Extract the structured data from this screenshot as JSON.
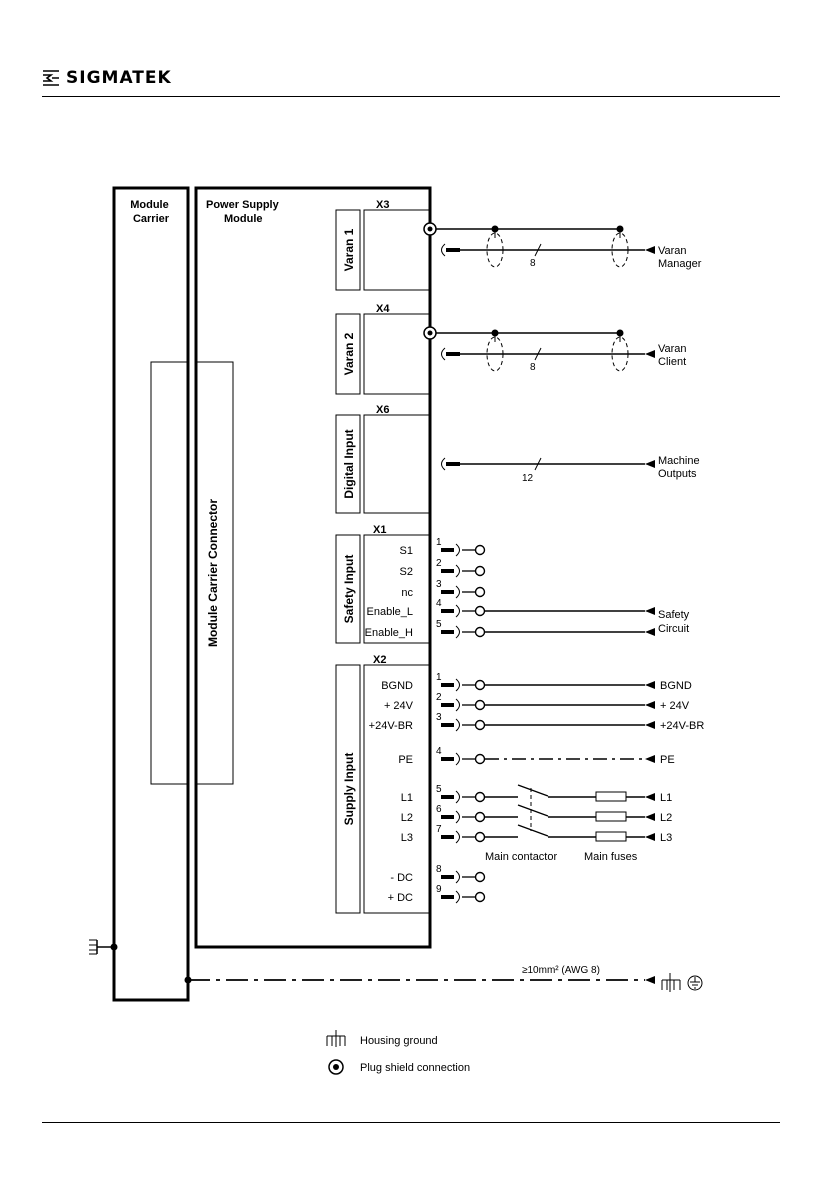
{
  "header": {
    "brand": "SIGMATEK"
  },
  "diagram": {
    "module_carrier": "Module\nCarrier",
    "power_supply_module": "Power Supply\nModule",
    "module_carrier_connector": "Module Carrier Connector",
    "connectors": {
      "x3": {
        "id": "X3",
        "name": "Varan 1",
        "remote": "Varan\nManager",
        "wires": "8"
      },
      "x4": {
        "id": "X4",
        "name": "Varan 2",
        "remote": "Varan\nClient",
        "wires": "8"
      },
      "x6": {
        "id": "X6",
        "name": "Digital Input",
        "remote": "Machine\nOutputs",
        "wires": "12"
      },
      "x1": {
        "id": "X1",
        "name": "Safety Input",
        "pins": [
          "S1",
          "S2",
          "nc",
          "Enable_L",
          "Enable_H"
        ],
        "pin_numbers": [
          "1",
          "2",
          "3",
          "4",
          "5"
        ],
        "remote": "Safety\nCircuit"
      },
      "x2": {
        "id": "X2",
        "name": "Supply Input",
        "pins": [
          "BGND",
          "+ 24V",
          "+24V-BR",
          "PE",
          "L1",
          "L2",
          "L3",
          "- DC",
          "+ DC"
        ],
        "pin_numbers": [
          "1",
          "2",
          "3",
          "4",
          "5",
          "6",
          "7",
          "8",
          "9"
        ],
        "remote": [
          "BGND",
          "+ 24V",
          "+24V-BR",
          "PE",
          "L1",
          "L2",
          "L3"
        ]
      }
    },
    "main_contactor": "Main contactor",
    "main_fuses": "Main fuses",
    "ground_wire": "≥10mm² (AWG 8)"
  },
  "legend": {
    "housing_ground": "Housing ground",
    "plug_shield": "Plug shield connection"
  }
}
